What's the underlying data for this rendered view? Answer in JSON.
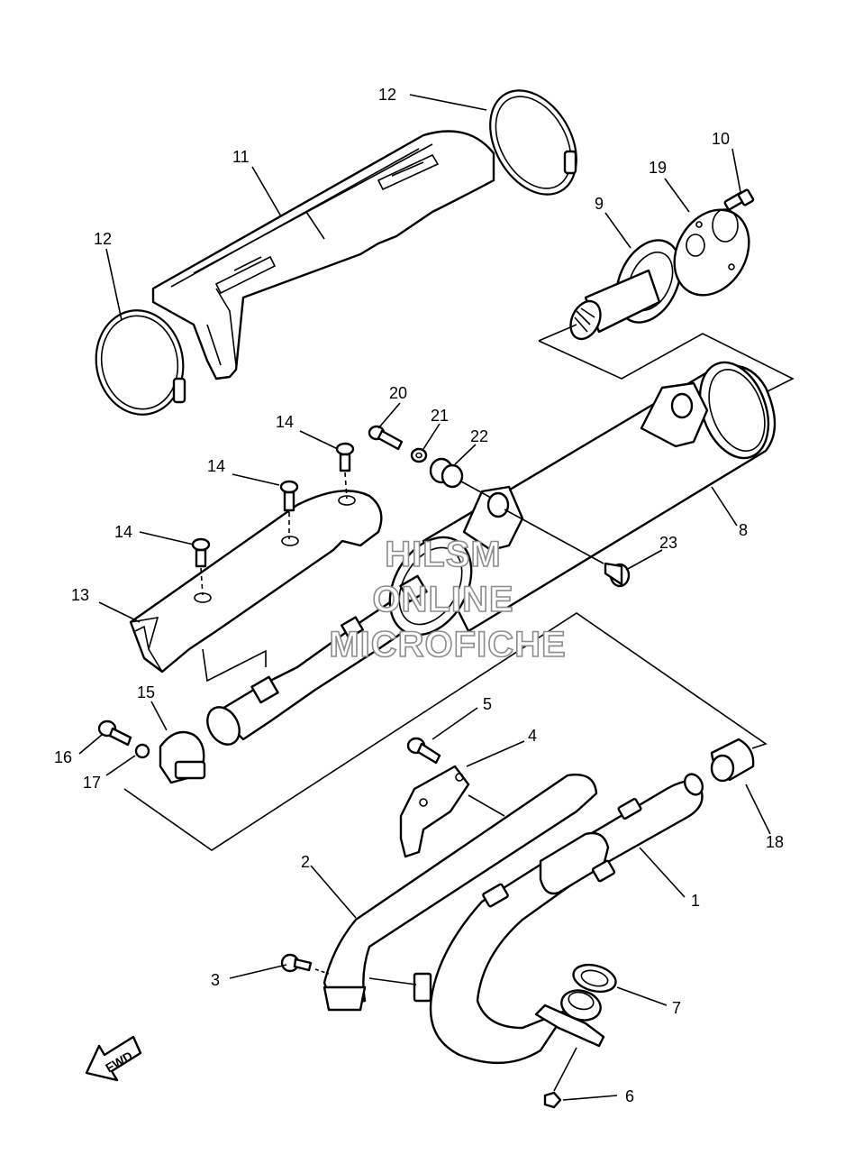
{
  "watermark": {
    "line1": "HILSM",
    "line2": "ONLINE",
    "line3": "MICROFICHE"
  },
  "fwd_arrow": {
    "label": "FWD"
  },
  "callouts": [
    {
      "id": "c1",
      "label": "1"
    },
    {
      "id": "c2",
      "label": "2"
    },
    {
      "id": "c3",
      "label": "3"
    },
    {
      "id": "c4",
      "label": "4"
    },
    {
      "id": "c5",
      "label": "5"
    },
    {
      "id": "c6",
      "label": "6"
    },
    {
      "id": "c7",
      "label": "7"
    },
    {
      "id": "c8",
      "label": "8"
    },
    {
      "id": "c9",
      "label": "9"
    },
    {
      "id": "c10",
      "label": "10"
    },
    {
      "id": "c11",
      "label": "11"
    },
    {
      "id": "c12a",
      "label": "12"
    },
    {
      "id": "c12b",
      "label": "12"
    },
    {
      "id": "c13",
      "label": "13"
    },
    {
      "id": "c14a",
      "label": "14"
    },
    {
      "id": "c14b",
      "label": "14"
    },
    {
      "id": "c14c",
      "label": "14"
    },
    {
      "id": "c15",
      "label": "15"
    },
    {
      "id": "c16",
      "label": "16"
    },
    {
      "id": "c17",
      "label": "17"
    },
    {
      "id": "c18",
      "label": "18"
    },
    {
      "id": "c19",
      "label": "19"
    },
    {
      "id": "c20",
      "label": "20"
    },
    {
      "id": "c21",
      "label": "21"
    },
    {
      "id": "c22",
      "label": "22"
    },
    {
      "id": "c23",
      "label": "23"
    }
  ]
}
